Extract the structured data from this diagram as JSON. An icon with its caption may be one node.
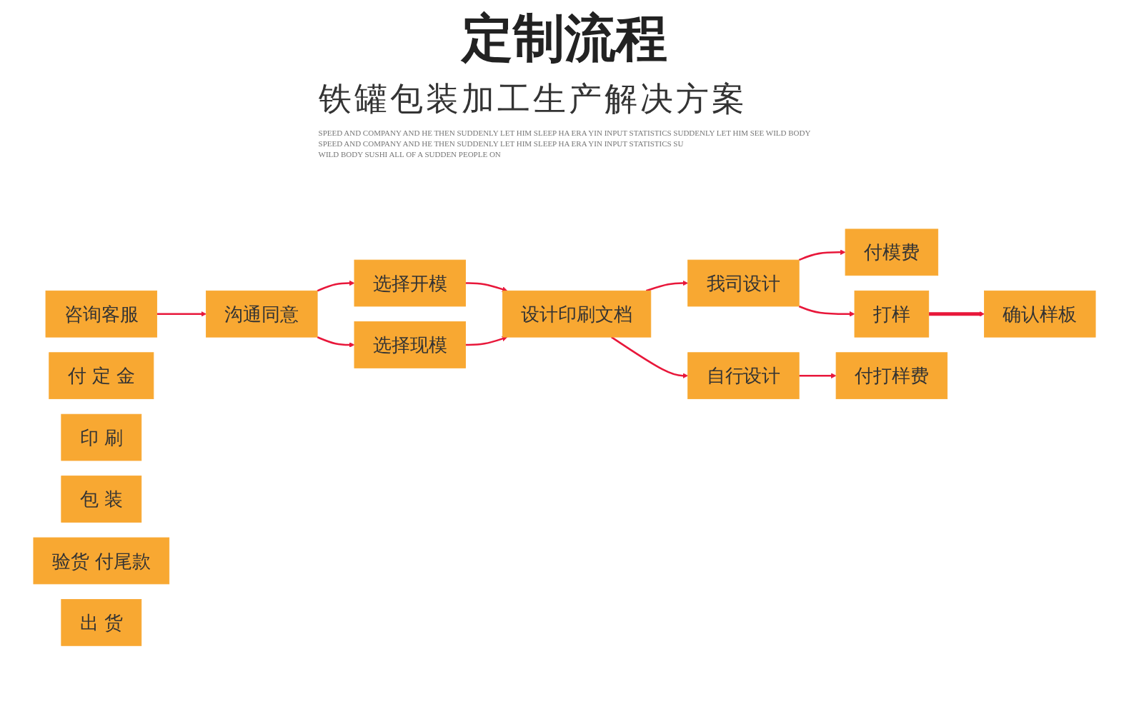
{
  "diagram": {
    "title": "定制流程",
    "nodes": [
      {
        "text": [
          "咨询客服"
        ]
      },
      {
        "text": [
          "沟通同意"
        ]
      },
      {
        "text": [
          "选择开模"
        ]
      },
      {
        "text": [
          "选择现模"
        ]
      },
      {
        "text": [
          "设计印刷文档"
        ]
      },
      {
        "text": [
          "我司设计"
        ]
      },
      {
        "text": [
          "自行设计"
        ]
      },
      {
        "text": [
          "付模费"
        ]
      },
      {
        "text": [
          "打样"
        ]
      },
      {
        "text": [
          "付打样费"
        ]
      },
      {
        "text": [
          "确认样板"
        ]
      },
      {
        "text": [
          "付 定 金"
        ]
      },
      {
        "text": [
          "印 刷"
        ]
      },
      {
        "text": [
          "包 装"
        ]
      },
      {
        "text": [
          "验货 付尾款"
        ]
      },
      {
        "text": [
          "出 货"
        ]
      }
    ],
    "edges": [
      {
        "from": 0,
        "to": 1,
        "arrow": "to"
      },
      {
        "from": 1,
        "to": 2,
        "arrow": "to"
      },
      {
        "from": 1,
        "to": 3,
        "arrow": "to"
      },
      {
        "from": 2,
        "to": 4,
        "arrow": "to"
      },
      {
        "from": 3,
        "to": 4,
        "arrow": "to"
      },
      {
        "from": 4,
        "to": 5,
        "arrow": "to"
      },
      {
        "from": 4,
        "to": 6,
        "arrow": "to"
      },
      {
        "from": 5,
        "to": 7,
        "arrow": "to"
      },
      {
        "from": 5,
        "to": 8,
        "arrow": "to"
      },
      {
        "from": 6,
        "to": 9,
        "arrow": "to"
      },
      {
        "from": 8,
        "to": 10,
        "arrow": "to",
        "style": "thick"
      }
    ],
    "labels": [
      "铁罐包装加工生产解决方案",
      "SPEED AND COMPANY AND HE THEN SUDDENLY LET HIM SLEEP HA ERA YIN INPUT STATISTICS SUDDENLY LET HIM SEE WILD BODY",
      "SPEED AND COMPANY AND HE THEN SUDDENLY LET HIM SLEEP HA ERA YIN INPUT STATISTICS SU",
      "WILD BODY SUSHI ALL OF A SUDDEN PEOPLE ON"
    ]
  }
}
